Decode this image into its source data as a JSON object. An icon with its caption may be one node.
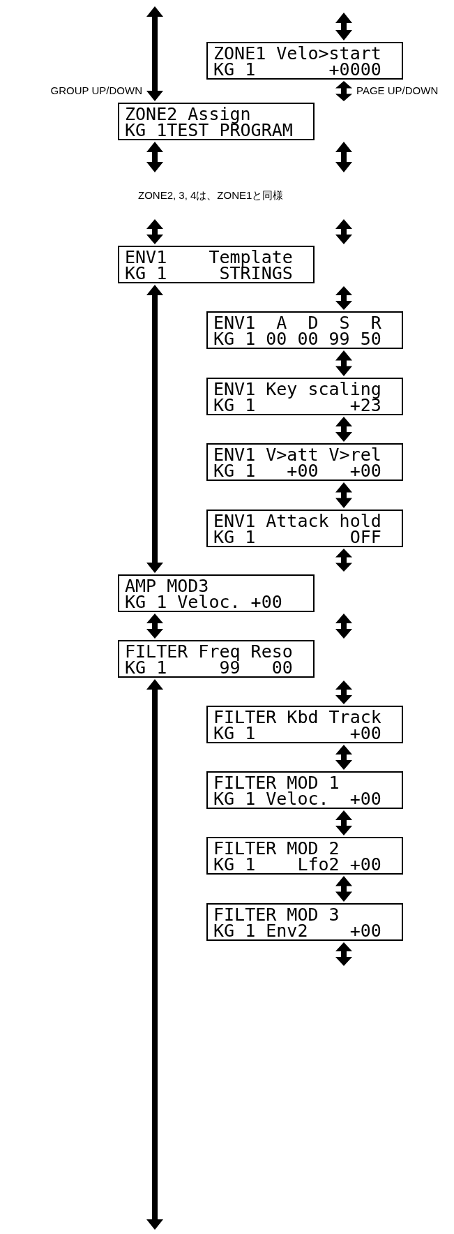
{
  "diagram": {
    "nodes": [
      {
        "text": [
          "ZONE1 Velo>start",
          "KG 1       +0000"
        ]
      },
      {
        "text": [
          "ZONE2 Assign",
          "KG 1TEST PROGRAM"
        ]
      },
      {
        "text": [
          "ENV1    Template",
          "KG 1     STRINGS"
        ]
      },
      {
        "text": [
          "ENV1  A  D  S  R",
          "KG 1 00 00 99 50"
        ]
      },
      {
        "text": [
          "ENV1 Key scaling",
          "KG 1         +23"
        ]
      },
      {
        "text": [
          "ENV1 V>att V>rel",
          "KG 1   +00   +00"
        ]
      },
      {
        "text": [
          "ENV1 Attack hold",
          "KG 1         OFF"
        ]
      },
      {
        "text": [
          "AMP MOD3",
          "KG 1 Veloc. +00"
        ]
      },
      {
        "text": [
          "FILTER Freq Reso",
          "KG 1     99   00"
        ]
      },
      {
        "text": [
          "FILTER Kbd Track",
          "KG 1         +00"
        ]
      },
      {
        "text": [
          "FILTER MOD 1",
          "KG 1 Veloc.  +00"
        ]
      },
      {
        "text": [
          "FILTER MOD 2",
          "KG 1    Lfo2 +00"
        ]
      },
      {
        "text": [
          "FILTER MOD 3",
          "KG 1 Env2    +00"
        ]
      }
    ],
    "edges": [
      {
        "from": null,
        "to": 1,
        "arrow": "both",
        "label": "GROUP UP/DOWN"
      },
      {
        "from": null,
        "to": 0,
        "arrow": "both"
      },
      {
        "from": 0,
        "to": null,
        "arrow": "both",
        "label": "PAGE UP/DOWN"
      },
      {
        "from": 1,
        "to": null,
        "arrow": "both"
      },
      {
        "from": 1,
        "to": null,
        "arrow": "both"
      },
      {
        "from": null,
        "to": 2,
        "arrow": "both"
      },
      {
        "from": null,
        "to": 2,
        "arrow": "both"
      },
      {
        "from": 2,
        "to": 7,
        "arrow": "both"
      },
      {
        "from": null,
        "to": 3,
        "arrow": "both"
      },
      {
        "from": 3,
        "to": 4,
        "arrow": "both"
      },
      {
        "from": 4,
        "to": 5,
        "arrow": "both"
      },
      {
        "from": 5,
        "to": 6,
        "arrow": "both"
      },
      {
        "from": 6,
        "to": null,
        "arrow": "both"
      },
      {
        "from": 7,
        "to": 8,
        "arrow": "both"
      },
      {
        "from": 7,
        "to": 8,
        "arrow": "both"
      },
      {
        "from": 8,
        "to": null,
        "arrow": "both"
      },
      {
        "from": null,
        "to": 9,
        "arrow": "both"
      },
      {
        "from": 9,
        "to": 10,
        "arrow": "both"
      },
      {
        "from": 10,
        "to": 11,
        "arrow": "both"
      },
      {
        "from": 11,
        "to": 12,
        "arrow": "both"
      },
      {
        "from": 12,
        "to": null,
        "arrow": "both"
      }
    ],
    "labels": [
      "ZONE2, 3, 4は、ZONE1と同様"
    ]
  }
}
